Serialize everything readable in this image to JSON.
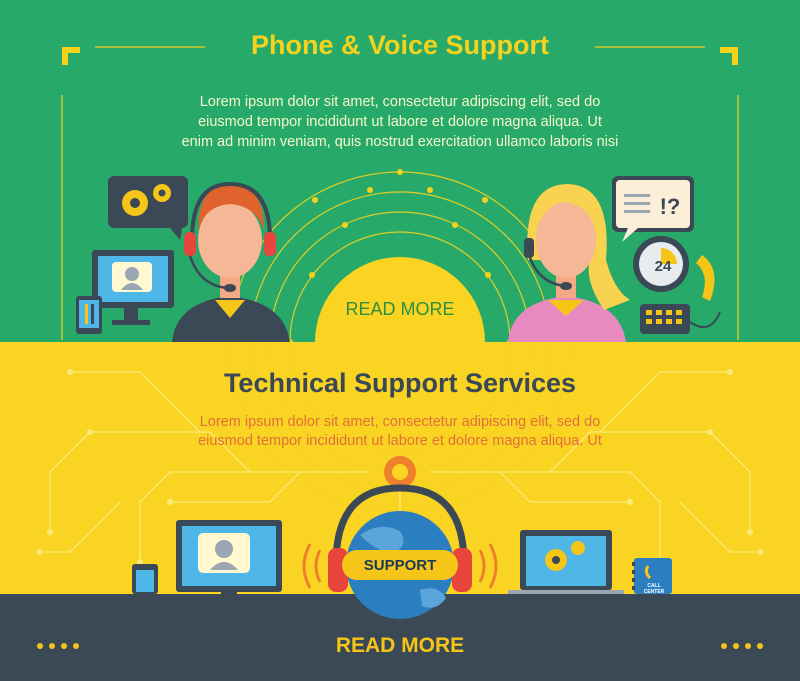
{
  "top_banner": {
    "title": "Phone & Voice Support",
    "body_lines": [
      "Lorem ipsum dolor sit amet, consectetur adipiscing elit, sed do",
      "eiusmod tempor incididunt ut labore et dolore magna aliqua. Ut",
      "enim ad minim veniam, quis nostrud exercitation ullamco laboris nisi"
    ],
    "read_more": "READ MORE",
    "clock_number": "24",
    "bubble_symbol": "!?"
  },
  "bottom_banner": {
    "title": "Technical Support Services",
    "body_lines": [
      "Lorem ipsum dolor sit amet, consectetur adipiscing elit, sed do",
      "eiusmod tempor incididunt ut labore et dolore magna aliqua. Ut"
    ],
    "globe_label": "SUPPORT",
    "book_label_1": "CALL",
    "book_label_2": "CENTER",
    "read_more": "READ MORE"
  },
  "colors": {
    "green": "#27a96a",
    "yellow": "#f9d423",
    "navy": "#3b4856",
    "accent_yellow": "#f5c518",
    "orange": "#ee7f2d"
  },
  "icons": [
    "gears-icon",
    "monitor-icon",
    "tablet-icon",
    "headset-icon",
    "speech-bubble-icon",
    "clock-icon",
    "phone-icon",
    "globe-icon",
    "laptop-icon",
    "call-center-book-icon",
    "mobile-phone-icon"
  ]
}
